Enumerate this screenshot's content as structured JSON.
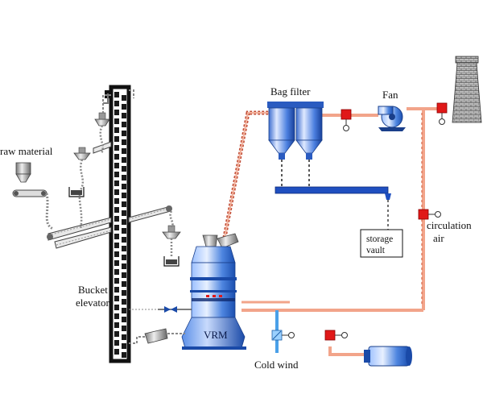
{
  "labels": {
    "raw_material": "raw material",
    "bucket_elevator_line1": "Bucket",
    "bucket_elevator_line2": "elevator",
    "bag_filter": "Bag filter",
    "fan": "Fan",
    "storage_vault_line1": "storage",
    "storage_vault_line2": "vault",
    "circulation_air_line1": "circulation",
    "circulation_air_line2": "air",
    "vrm": "VRM",
    "cold_wind": "Cold wind"
  },
  "colors": {
    "equipment_blue": "#2a6bd6",
    "equipment_light": "#cfe0ff",
    "hot_air_pipe": "#f2a48a",
    "cold_air_pipe": "#4aa0e8",
    "valve_red": "#e01818",
    "dust_gray": "#888888",
    "elevator_black": "#1a1a1a"
  },
  "icons": {
    "valve": "square-valve-icon",
    "gauge": "gauge-icon",
    "chimney": "chimney-icon",
    "fan": "fan-icon"
  }
}
